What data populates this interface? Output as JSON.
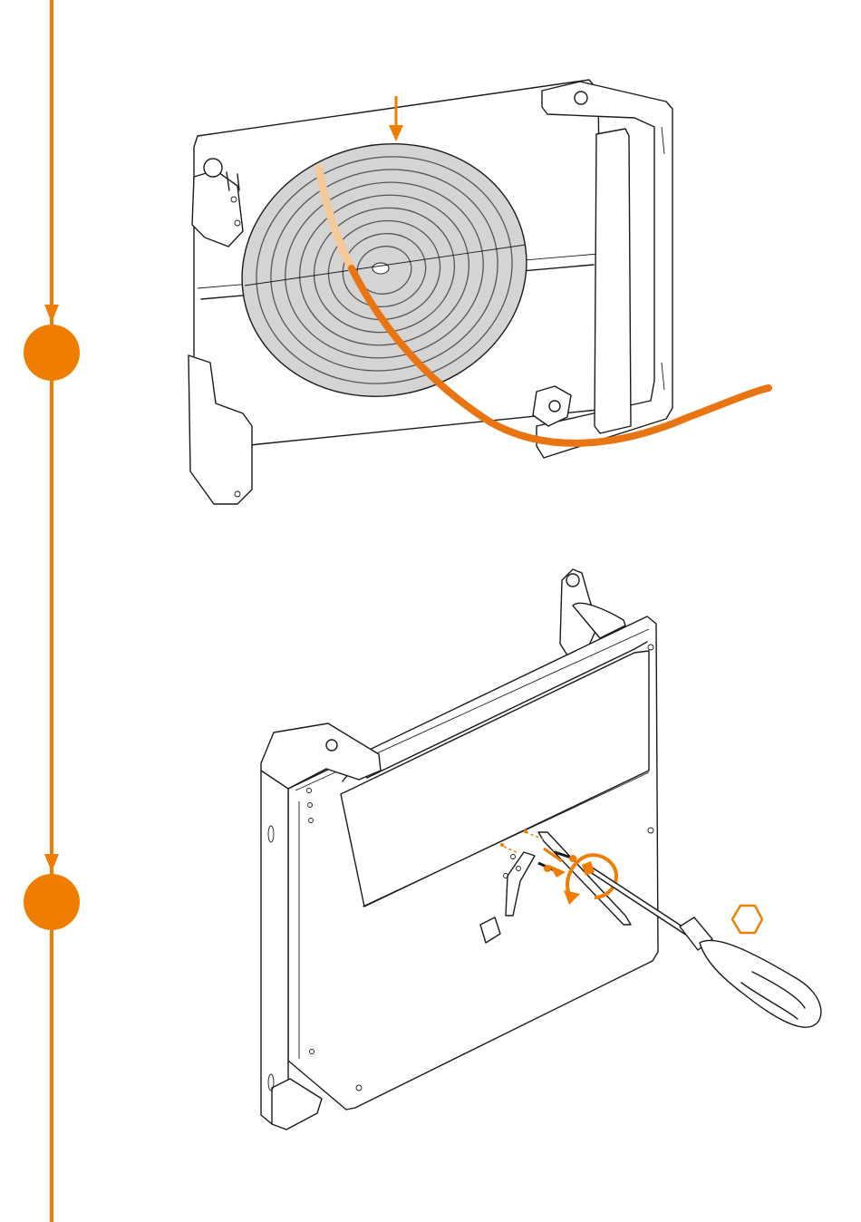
{
  "colors": {
    "accent": "#ef7d00",
    "line": "#1a1a1a",
    "coil_fill": "#d4d4d4",
    "background": "#ffffff"
  },
  "timeline": {
    "steps": [
      {
        "marker": "step-1-marker"
      },
      {
        "marker": "step-2-marker"
      }
    ]
  },
  "step1": {
    "icons": [
      "down-arrow-icon",
      "hose-coil",
      "orange-hose",
      "wall-bracket"
    ]
  },
  "step2": {
    "icons": [
      "mounting-plate",
      "screw-icon",
      "rotation-arrow-icon",
      "screwdriver-icon",
      "hex-bit-icon"
    ]
  }
}
